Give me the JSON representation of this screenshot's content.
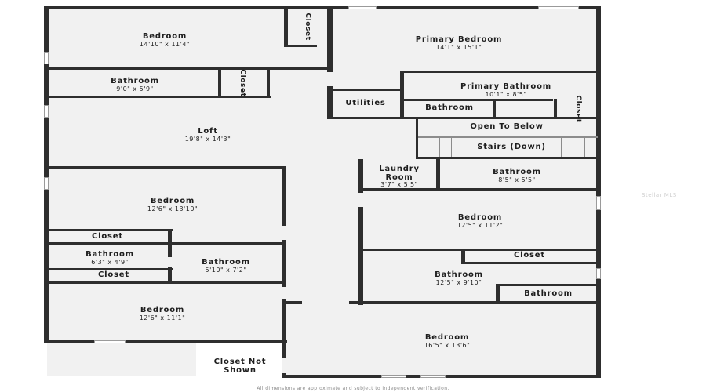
{
  "rooms": {
    "bedroom_nw": {
      "name": "Bedroom",
      "dims": "14'10\" x 11'4\""
    },
    "closet_nw": {
      "name": "Closet"
    },
    "bathroom_nw": {
      "name": "Bathroom",
      "dims": "9'0\" x 5'9\""
    },
    "closet_nw2": {
      "name": "Closet"
    },
    "primary_bedroom": {
      "name": "Primary Bedroom",
      "dims": "14'1\" x 15'1\""
    },
    "primary_bathroom": {
      "name": "Primary Bathroom",
      "dims": "10'1\" x 8'5\""
    },
    "utilities": {
      "name": "Utilities"
    },
    "bathroom_primary": {
      "name": "Bathroom"
    },
    "closet_primary": {
      "name": "Closet"
    },
    "open_to_below": {
      "name": "Open To Below"
    },
    "stairs": {
      "name": "Stairs (Down)"
    },
    "loft": {
      "name": "Loft",
      "dims": "19'8\" x 14'3\""
    },
    "laundry": {
      "name": "Laundry Room",
      "dims": "3'7\" x 5'5\""
    },
    "bathroom_e": {
      "name": "Bathroom",
      "dims": "8'5\" x 5'5\""
    },
    "bedroom_w_mid": {
      "name": "Bedroom",
      "dims": "12'6\" x 13'10\""
    },
    "bedroom_e_mid": {
      "name": "Bedroom",
      "dims": "12'5\" x 11'2\""
    },
    "closet_w1": {
      "name": "Closet"
    },
    "bathroom_w_small": {
      "name": "Bathroom",
      "dims": "6'3\" x 4'9\""
    },
    "bathroom_w_center": {
      "name": "Bathroom",
      "dims": "5'10\" x 7'2\""
    },
    "closet_w2": {
      "name": "Closet"
    },
    "closet_e": {
      "name": "Closet"
    },
    "bathroom_e_large": {
      "name": "Bathroom",
      "dims": "12'5\" x 9'10\""
    },
    "bathroom_e_small": {
      "name": "Bathroom"
    },
    "bedroom_sw": {
      "name": "Bedroom",
      "dims": "12'6\" x 11'1\""
    },
    "bedroom_se": {
      "name": "Bedroom",
      "dims": "16'5\" x 13'6\""
    },
    "closet_not_shown": {
      "name": "Closet Not Shown"
    }
  },
  "footnote": "All dimensions are approximate and subject to independent verification.",
  "watermark": "Stellar MLS",
  "colors": {
    "wall": "#2e2e2e",
    "floor": "#f1f1f1",
    "text": "#1e1e1e"
  }
}
